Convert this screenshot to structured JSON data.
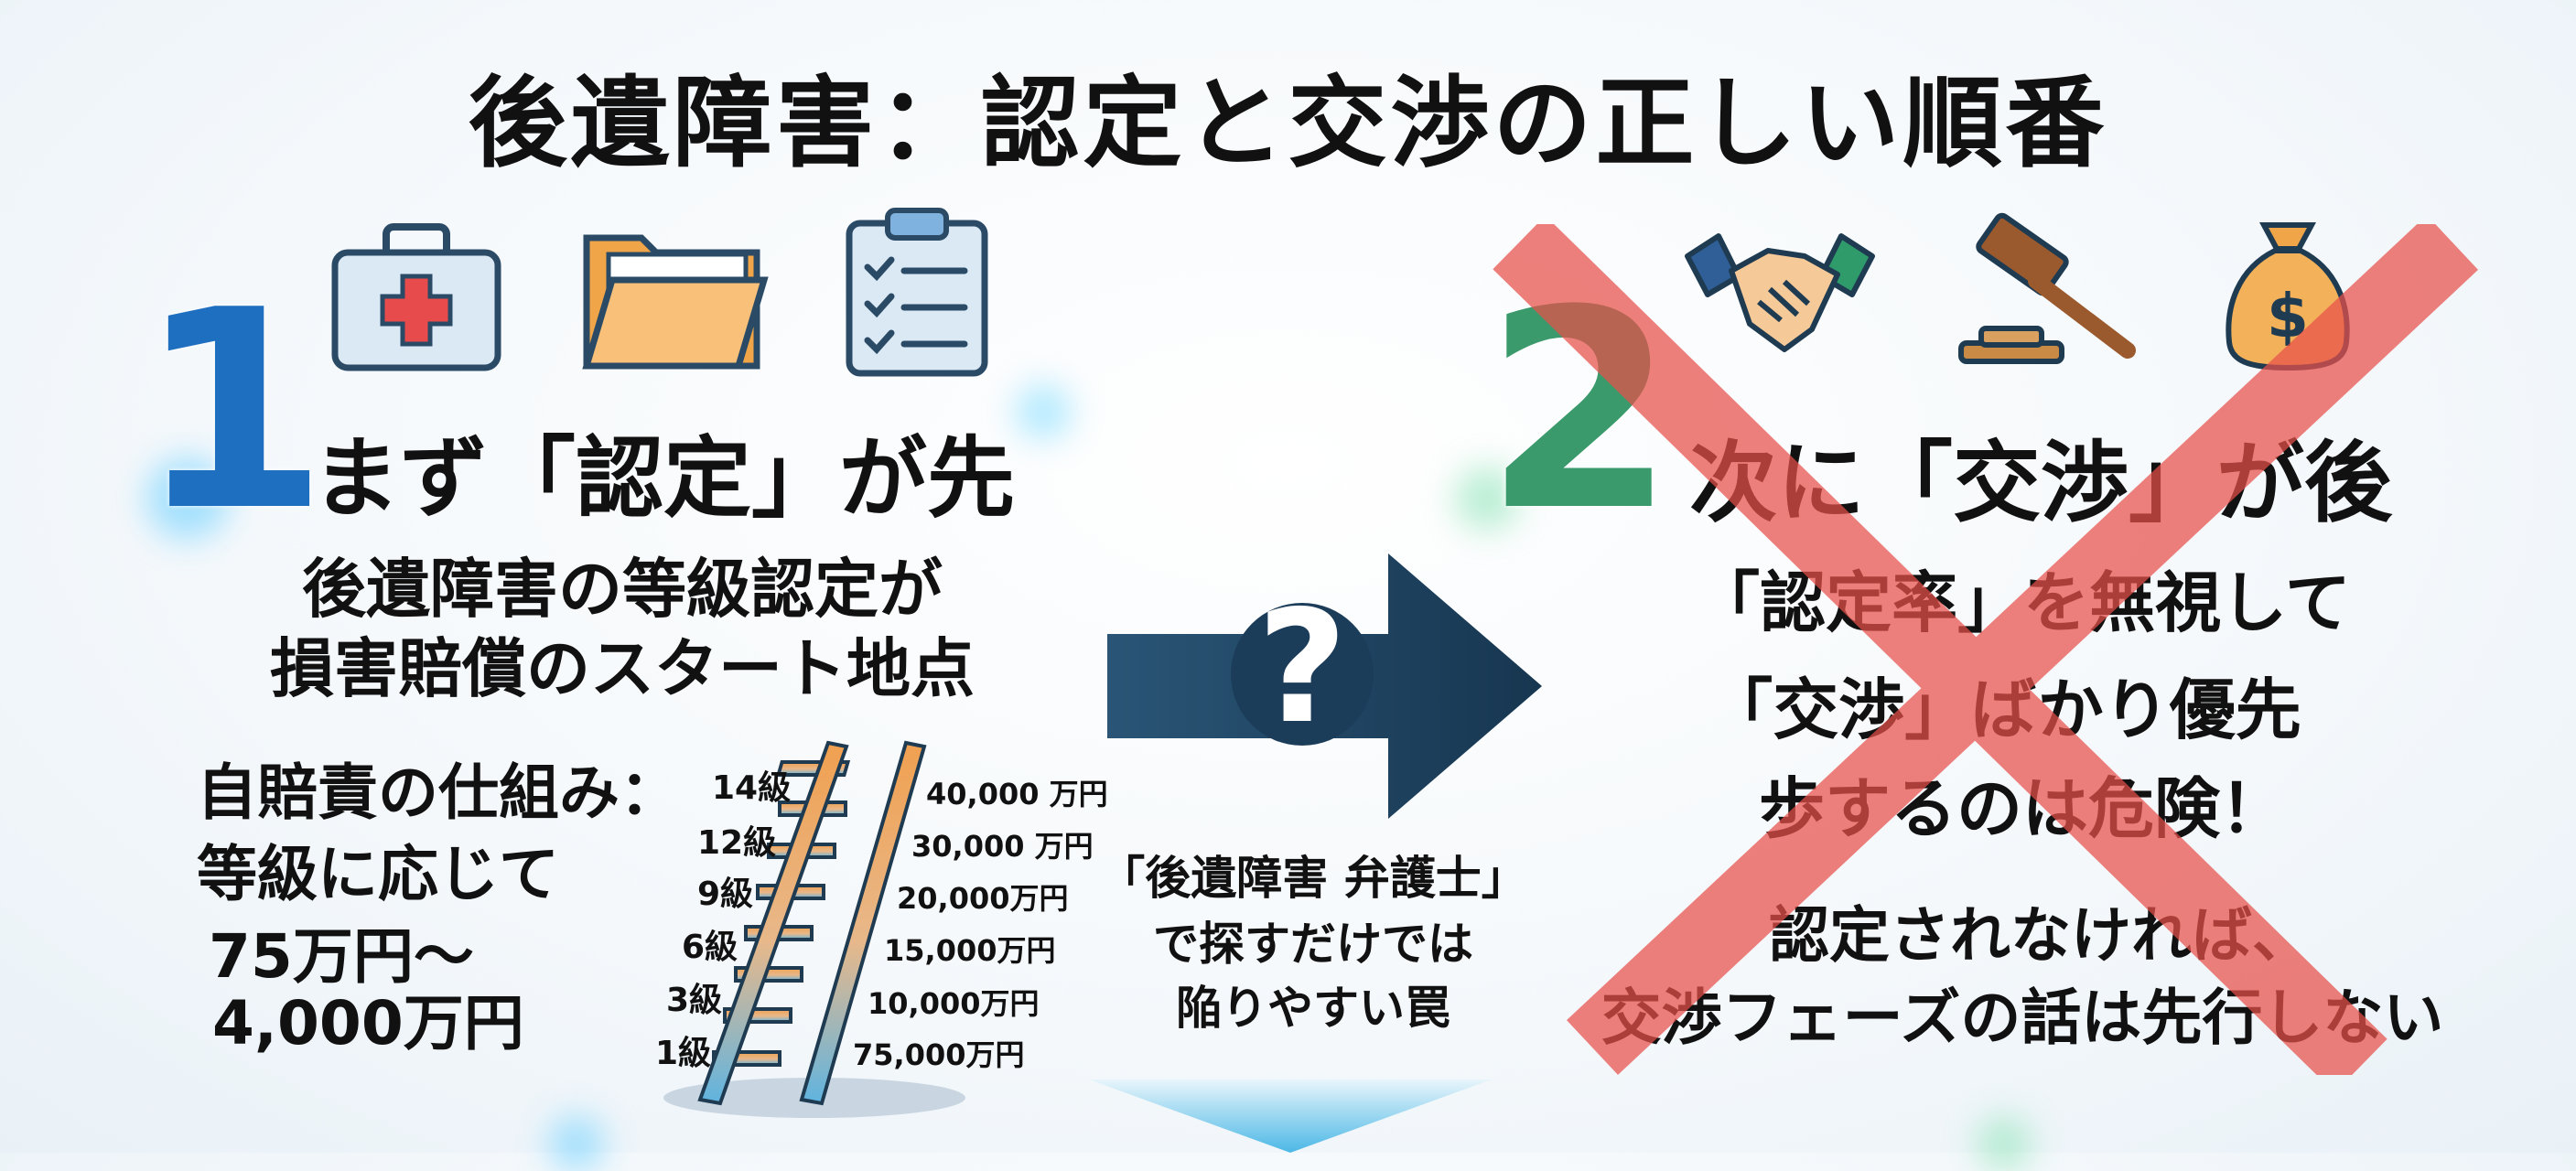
{
  "title": "後遺障害：認定と交渉の正しい順番",
  "step1": {
    "number": "1",
    "heading": "まず「認定」が先",
    "subtitle": [
      "後遺障害の等級認定が",
      "損害賠償のスタート地点"
    ],
    "jibaiseki": [
      "自賠責の仕組み：",
      "等級に応じて",
      "75万円〜",
      "4,000万円"
    ],
    "ladder": [
      {
        "grade": "14級",
        "amount": "40,000 万円"
      },
      {
        "grade": "12級",
        "amount": "30,000 万円"
      },
      {
        "grade": "9級",
        "amount": "20,000万円"
      },
      {
        "grade": "6級",
        "amount": "15,000万円"
      },
      {
        "grade": "3級",
        "amount": "10,000万円"
      },
      {
        "grade": "1級",
        "amount": "75,000万円"
      }
    ],
    "icons": [
      "medical-kit-icon",
      "folder-icon",
      "clipboard-checklist-icon"
    ]
  },
  "middle": {
    "arrow_symbol": "?",
    "text": [
      "「後遺障害 弁護士」",
      "で探すだけでは",
      "陥りやすい罠"
    ]
  },
  "step2": {
    "number": "2",
    "heading": "次に「交渉」が後",
    "warning": [
      "「認定率」を無視して",
      "「交渉」ばかり優先",
      "歩するのは危険！"
    ],
    "note": [
      "認定されなければ、",
      "交渉フェーズの話は先行しない"
    ],
    "icons": [
      "handshake-icon",
      "gavel-icon",
      "money-bag-icon"
    ]
  },
  "colors": {
    "blue": "#1e6fc0",
    "green": "#3a9a6c",
    "navy": "#1c3d5a",
    "red": "#e8504a"
  }
}
